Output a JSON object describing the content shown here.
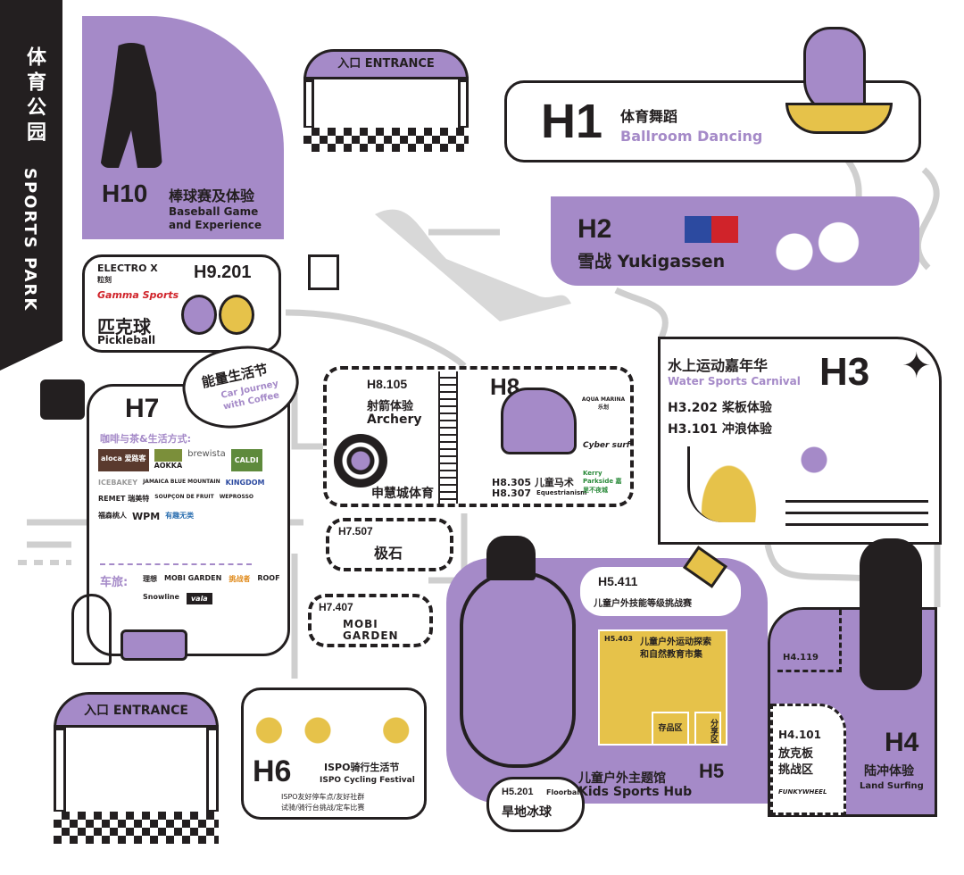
{
  "banner": {
    "cn": "体育公园",
    "en": "SPORTS PARK"
  },
  "entrance_top": "入口 ENTRANCE",
  "entrance_bottom": "入口 ENTRANCE",
  "h10": {
    "code": "H10",
    "cn": "棒球赛及体验",
    "en1": "Baseball Game",
    "en2": "and Experience"
  },
  "h1": {
    "code": "H1",
    "cn": "体育舞蹈",
    "en": "Ballroom Dancing"
  },
  "h2": {
    "code": "H2",
    "cn": "雪战 Yukigassen"
  },
  "h9": {
    "code": "H9.201",
    "brand1": "ELECTRO X",
    "brand1_cn": "粒刻",
    "brand2": "Gamma Sports",
    "cn": "匹克球",
    "en": "Pickleball"
  },
  "bubble": {
    "cn": "能量生活节",
    "en1": "Car Journey",
    "en2": "with Coffee"
  },
  "h7": {
    "code": "H7",
    "coffee_label": "咖啡与茶&生活方式:",
    "coffee_brands": [
      "aloca 爱路客",
      "AOKKA",
      "brewista",
      "CALDI",
      "ICEBAKEY",
      "JAMAICA BLUE MOUNTAIN",
      "KINGDOM",
      "REMET 瑞美特",
      "SOUPÇON DE FRUIT",
      "WEPROSSO",
      "福森桃人",
      "WPM",
      "有趣无类"
    ],
    "car_label": "车旅:",
    "car_brands": [
      "理想",
      "MOBI GARDEN",
      "挑战者",
      "ROOF",
      "Snowline",
      "vala"
    ]
  },
  "h8": {
    "code": "H8",
    "archery_code": "H8.105",
    "archery_cn": "射箭体验",
    "archery_en": "Archery",
    "sponsor": "申慧城体育",
    "eq1": "H8.305 儿童马术",
    "eq2": "H8.307",
    "eq_en": "Equestrianism",
    "brands": [
      "AQUA MARINA 乐划",
      "Cyber surf",
      "Kerry Parkside 嘉里不夜城"
    ]
  },
  "h7507": {
    "code": "H7.507",
    "brand": "极石"
  },
  "h7407": {
    "code": "H7.407",
    "brand": "MOBI GARDEN"
  },
  "h3": {
    "code": "H3",
    "cn": "水上运动嘉年华",
    "en": "Water Sports Carnival",
    "item1": "H3.202 桨板体验",
    "item2": "H3.101 冲浪体验"
  },
  "h5": {
    "code": "H5",
    "cn": "儿童户外主题馆",
    "en": "Kids Sports Hub",
    "s411_code": "H5.411",
    "s411_cn": "儿童户外技能等级挑战赛",
    "s403_code": "H5.403",
    "s403_cn1": "儿童户外运动探索",
    "s403_cn2": "和自然教育市集",
    "store": "存品区",
    "share": "分享区",
    "s201_code": "H5.201",
    "s201_en": "Floorball",
    "s201_cn": "旱地冰球"
  },
  "h4": {
    "code": "H4",
    "cn": "陆冲体验",
    "en": "Land Surfing",
    "s119": "H4.119",
    "s101": "H4.101",
    "s101_cn1": "放克板",
    "s101_cn2": "挑战区",
    "brand": "FUNKYWHEEL"
  },
  "h6": {
    "code": "H6",
    "cn": "ISPO骑行生活节",
    "en": "ISPO Cycling Festival",
    "d1": "ISPO友好停车点/友好社群",
    "d2": "试骑/骑行台挑战/定车比赛"
  },
  "colors": {
    "purple": "#a58ac8",
    "yellow": "#e6c24a",
    "black": "#231f20",
    "road": "#c8c8c8"
  }
}
